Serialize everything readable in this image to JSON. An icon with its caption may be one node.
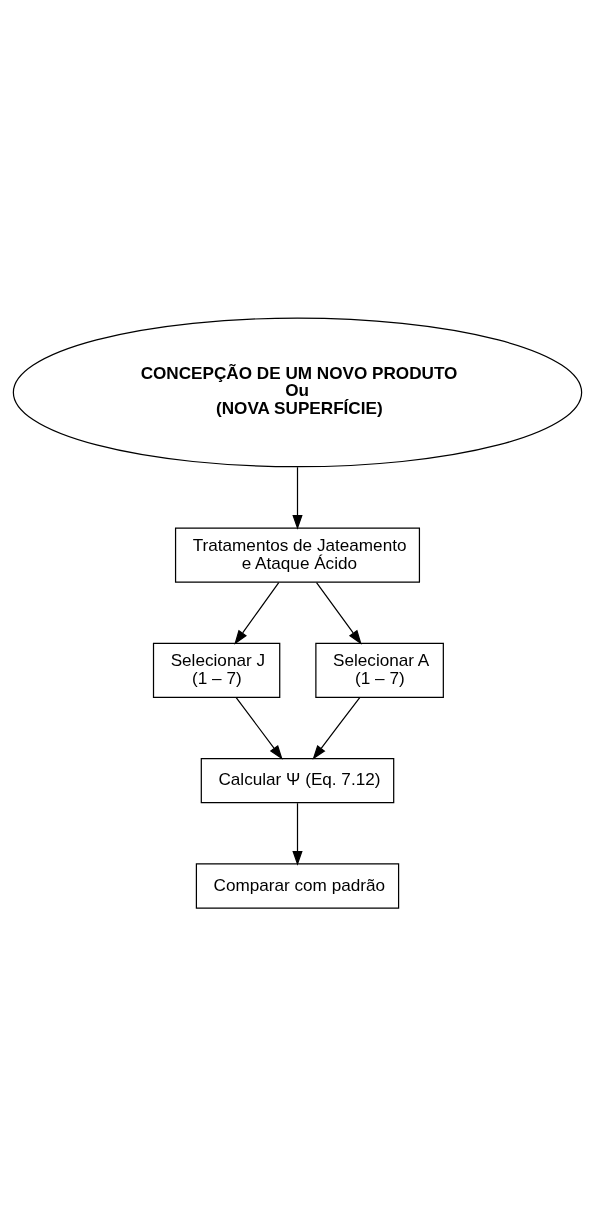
{
  "diagram": {
    "nodes": [
      {
        "text": [
          "CONCEPÇÃO DE UM NOVO PRODUTO",
          "Ou",
          "(NOVA SUPERFÍCIE)"
        ]
      },
      {
        "text": [
          "Tratamentos de Jateamento e Ataque Ácido"
        ]
      },
      {
        "text": [
          "Selecionar J (1 – 7)"
        ]
      },
      {
        "text": [
          "Selecionar A (1 – 7)"
        ]
      },
      {
        "text": [
          "Calcular Ψ (Eq. 7.12)"
        ]
      },
      {
        "text": [
          "Comparar com padrão"
        ]
      }
    ],
    "edges": [
      {
        "from": 0,
        "to": 1,
        "arrow": "to"
      },
      {
        "from": 1,
        "to": 2,
        "arrow": "to"
      },
      {
        "from": 1,
        "to": 3,
        "arrow": "to"
      },
      {
        "from": 2,
        "to": 4,
        "arrow": "to"
      },
      {
        "from": 3,
        "to": 4,
        "arrow": "to"
      },
      {
        "from": 4,
        "to": 5,
        "arrow": "to"
      }
    ]
  }
}
